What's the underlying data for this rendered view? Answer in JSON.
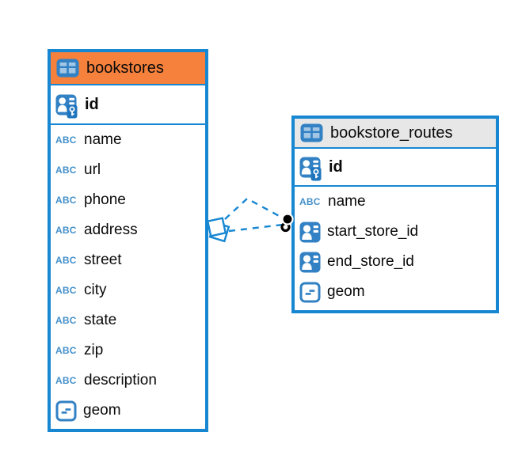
{
  "diagram": {
    "tables": [
      {
        "name": "bookstores",
        "header_color": "#F5813C",
        "columns": [
          {
            "name": "id",
            "icon": "primary-key"
          },
          {
            "name": "name",
            "icon": "text"
          },
          {
            "name": "url",
            "icon": "text"
          },
          {
            "name": "phone",
            "icon": "text"
          },
          {
            "name": "address",
            "icon": "text"
          },
          {
            "name": "street",
            "icon": "text"
          },
          {
            "name": "city",
            "icon": "text"
          },
          {
            "name": "state",
            "icon": "text"
          },
          {
            "name": "zip",
            "icon": "text"
          },
          {
            "name": "description",
            "icon": "text"
          },
          {
            "name": "geom",
            "icon": "geometry"
          }
        ]
      },
      {
        "name": "bookstore_routes",
        "header_color": "#E7E7E7",
        "columns": [
          {
            "name": "id",
            "icon": "primary-key"
          },
          {
            "name": "name",
            "icon": "text"
          },
          {
            "name": "start_store_id",
            "icon": "foreign-key"
          },
          {
            "name": "end_store_id",
            "icon": "foreign-key"
          },
          {
            "name": "geom",
            "icon": "geometry"
          }
        ]
      }
    ],
    "relationship": {
      "from_table": "bookstores",
      "to_table": "bookstore_routes",
      "line_style": "dashed",
      "line_count": 2,
      "from_marker": "overlapping-squares",
      "to_marker": "filled-dot-with-arc"
    },
    "icons": {
      "text_label": "ABC"
    },
    "colors": {
      "table_border": "#1787D2",
      "bookstores_header": "#F5813C",
      "routes_header": "#E7E7E7",
      "icon_blue": "#3181C4",
      "key_chip_blue": "#2076BE",
      "dash_line": "#1787D2",
      "dot_marker": "#000000",
      "text": "#0a0a0a"
    }
  }
}
